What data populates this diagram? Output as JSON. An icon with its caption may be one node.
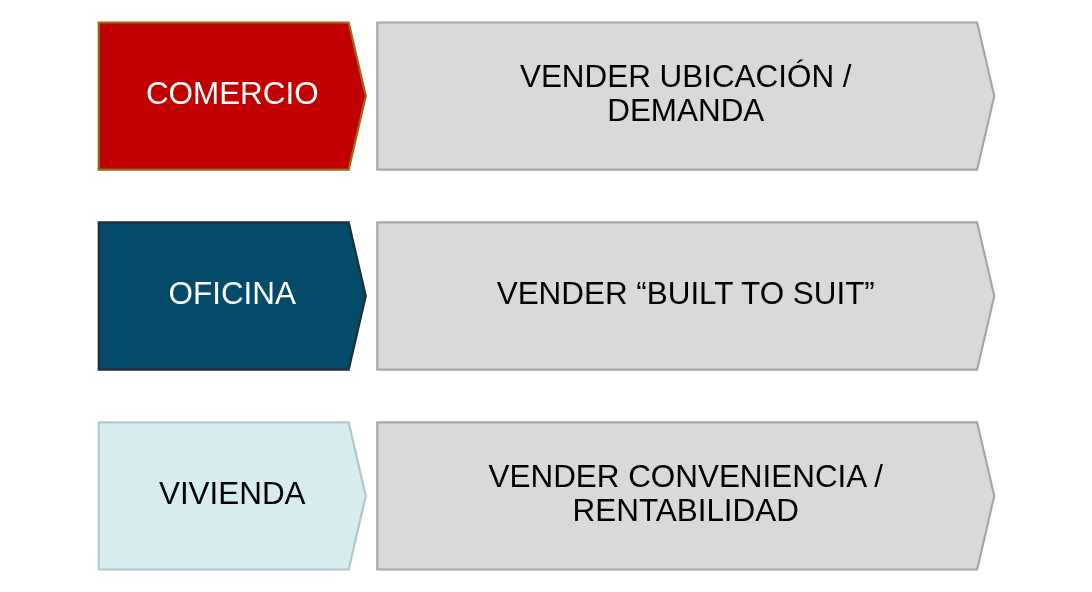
{
  "diagram": {
    "nodes": [
      {
        "text": [
          "VIVIENDA"
        ]
      },
      {
        "text": [
          "VENDER CONVENIENCIA / RENTABILIDAD"
        ]
      },
      {
        "text": [
          "OFICINA"
        ]
      },
      {
        "text": [
          "VENDER “BUILT TO SUIT”"
        ]
      },
      {
        "text": [
          "COMERCIO"
        ]
      },
      {
        "text": [
          "VENDER UBICACIÓN / DEMANDA"
        ]
      }
    ]
  }
}
